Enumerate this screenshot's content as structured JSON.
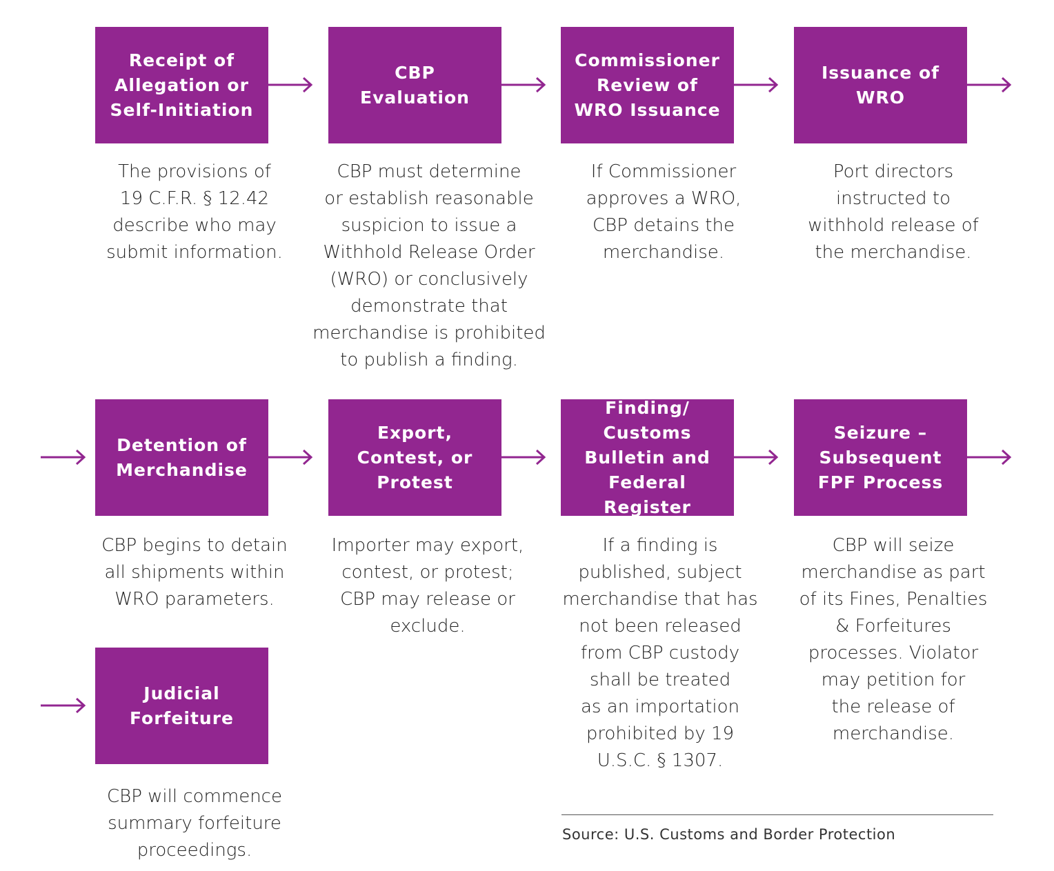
{
  "colors": {
    "box_fill": "#922690",
    "arrow": "#922690",
    "text": "#222222"
  },
  "steps": [
    {
      "title_lines": [
        "Receipt of",
        "Allegation or",
        "Self-Initiation"
      ],
      "desc_lines": [
        "The provisions of",
        "19 C.F.R. § 12.42",
        "describe who may",
        "submit information."
      ]
    },
    {
      "title_lines": [
        "CBP",
        "Evaluation"
      ],
      "desc_lines": [
        "CBP must determine",
        "or establish reasonable",
        "suspicion to issue a",
        "Withhold Release Order",
        "(WRO) or conclusively",
        "demonstrate that",
        "merchandise is prohibited",
        "to publish a finding."
      ]
    },
    {
      "title_lines": [
        "Commissioner",
        "Review of",
        "WRO Issuance"
      ],
      "desc_lines": [
        "If Commissioner",
        "approves a WRO,",
        "CBP detains the",
        "merchandise."
      ]
    },
    {
      "title_lines": [
        "Issuance of",
        "WRO"
      ],
      "desc_lines": [
        "Port directors",
        "instructed to",
        "withhold release of",
        "the merchandise."
      ]
    },
    {
      "title_lines": [
        "Detention of",
        "Merchandise"
      ],
      "desc_lines": [
        "CBP begins to detain",
        "all shipments within",
        "WRO parameters."
      ]
    },
    {
      "title_lines": [
        "Export,",
        "Contest, or",
        "Protest"
      ],
      "desc_lines": [
        "Importer may export,",
        "contest, or protest;",
        "CBP may release or",
        "exclude."
      ]
    },
    {
      "title_lines": [
        "Finding/",
        "Customs",
        "Bulletin and",
        "Federal Register"
      ],
      "desc_lines": [
        "If a finding is",
        "published, subject",
        "merchandise that has",
        "not been released",
        "from CBP custody",
        "shall be treated",
        "as an importation",
        "prohibited by 19",
        "U.S.C. § 1307."
      ]
    },
    {
      "title_lines": [
        "Seizure –",
        "Subsequent",
        "FPF Process"
      ],
      "desc_lines": [
        "CBP will seize",
        "merchandise as part",
        "of its Fines, Penalties",
        "& Forfeitures",
        "processes. Violator",
        "may petition for",
        "the release of",
        "merchandise."
      ]
    },
    {
      "title_lines": [
        "Judicial",
        "Forfeiture"
      ],
      "desc_lines": [
        "CBP will commence",
        "summary forfeiture",
        "proceedings."
      ]
    }
  ],
  "source": "Source: U.S. Customs and Border Protection"
}
